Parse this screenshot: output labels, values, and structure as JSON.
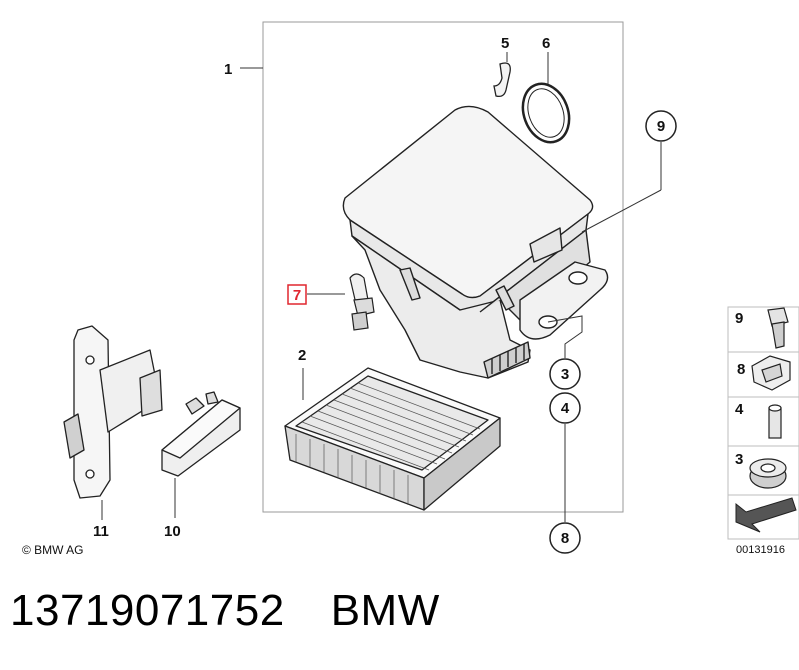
{
  "diagram": {
    "callouts": {
      "c1": "1",
      "c2": "2",
      "c3": "3",
      "c4": "4",
      "c5": "5",
      "c6": "6",
      "c7": "7",
      "c8": "8",
      "c9": "9",
      "c10": "10",
      "c11": "11"
    },
    "copyright": "© BMW AG",
    "legend": {
      "items": [
        "9",
        "8",
        "4",
        "3"
      ],
      "code": "00131916"
    },
    "highlight_color": "#e0262f"
  },
  "footer": {
    "part_number": "13719071752",
    "brand": "BMW"
  }
}
